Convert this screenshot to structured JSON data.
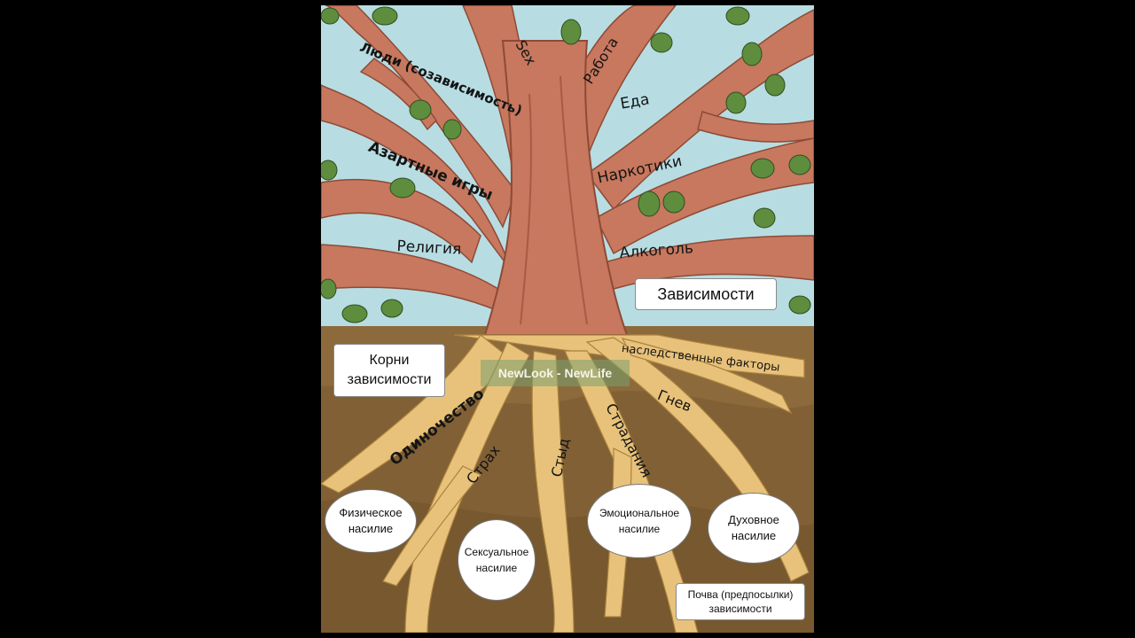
{
  "colors": {
    "sky": "#b7dde3",
    "bark": "#c7785e",
    "bark_dark": "#9a4f3a",
    "soil": "#8c6a3c",
    "roots": "#e8c27a",
    "leaf": "#5e8d3e"
  },
  "branches": {
    "people": "Люди (созависимость)",
    "sex": "Sex",
    "work": "Работа",
    "food": "Еда",
    "gambling": "Азартные игры",
    "drugs": "Наркотики",
    "religion": "Религия",
    "alcohol": "Алкоголь"
  },
  "roots": {
    "heredity": "наследственные факторы",
    "anger": "Гнев",
    "suffering": "Страдания",
    "shame": "Стыд",
    "fear": "Страх",
    "loneliness": "Одиночество"
  },
  "boxes": {
    "addictions": "Зависимости",
    "roots_title_1": "Корни",
    "roots_title_2": "зависимости",
    "soil_1": "Почва (предпосылки)",
    "soil_2": "зависимости"
  },
  "abuse": {
    "physical_1": "Физическое",
    "physical_2": "насилие",
    "sexual_1": "Сексуальное",
    "sexual_2": "насилие",
    "emotional_1": "Эмоциональное",
    "emotional_2": "насилие",
    "spiritual_1": "Духовное",
    "spiritual_2": "насилие"
  },
  "watermark": "NewLook - NewLife"
}
